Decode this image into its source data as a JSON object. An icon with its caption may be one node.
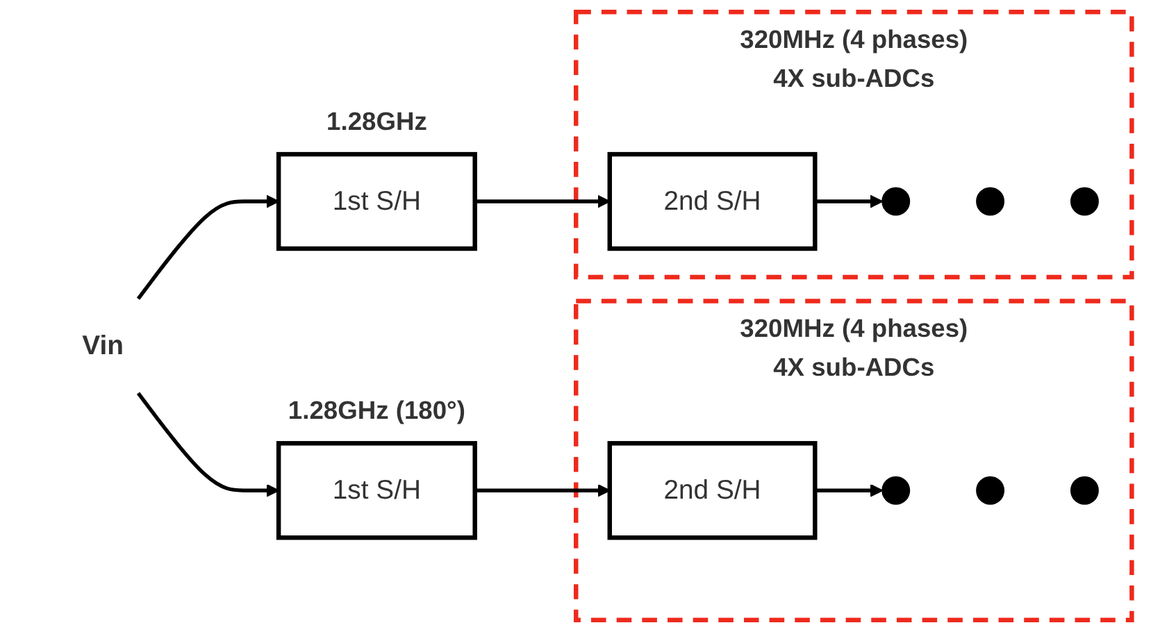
{
  "diagram": {
    "nodes": [
      {
        "text": [
          "Vin"
        ]
      },
      {
        "text": [
          "1st S/H"
        ],
        "beside": [
          "1.28GHz"
        ]
      },
      {
        "text": [
          "320MHz (4 phases)",
          "4X sub-ADCs"
        ]
      },
      {
        "text": [
          "2nd S/H"
        ],
        "in": 2
      },
      {
        "text": [],
        "shape": "circle",
        "in": 2
      },
      {
        "text": [],
        "shape": "circle",
        "in": 2
      },
      {
        "text": [],
        "shape": "circle",
        "in": 2
      },
      {
        "text": [
          "1st S/H"
        ],
        "beside": [
          "1.28GHz (180°)"
        ]
      },
      {
        "text": [
          "320MHz (4 phases)",
          "4X sub-ADCs"
        ]
      },
      {
        "text": [
          "2nd S/H"
        ],
        "in": 8
      },
      {
        "text": [],
        "shape": "circle",
        "in": 8
      },
      {
        "text": [],
        "shape": "circle",
        "in": 8
      },
      {
        "text": [],
        "shape": "circle",
        "in": 8
      }
    ],
    "edges": [
      {
        "from": 0,
        "to": 1,
        "arrow": "to"
      },
      {
        "from": 0,
        "to": 7,
        "arrow": "to"
      },
      {
        "from": 1,
        "to": 3,
        "arrow": "to"
      },
      {
        "from": 3,
        "to": 4,
        "arrow": "to"
      },
      {
        "from": 7,
        "to": 9,
        "arrow": "to"
      },
      {
        "from": 9,
        "to": 10,
        "arrow": "to"
      }
    ]
  }
}
